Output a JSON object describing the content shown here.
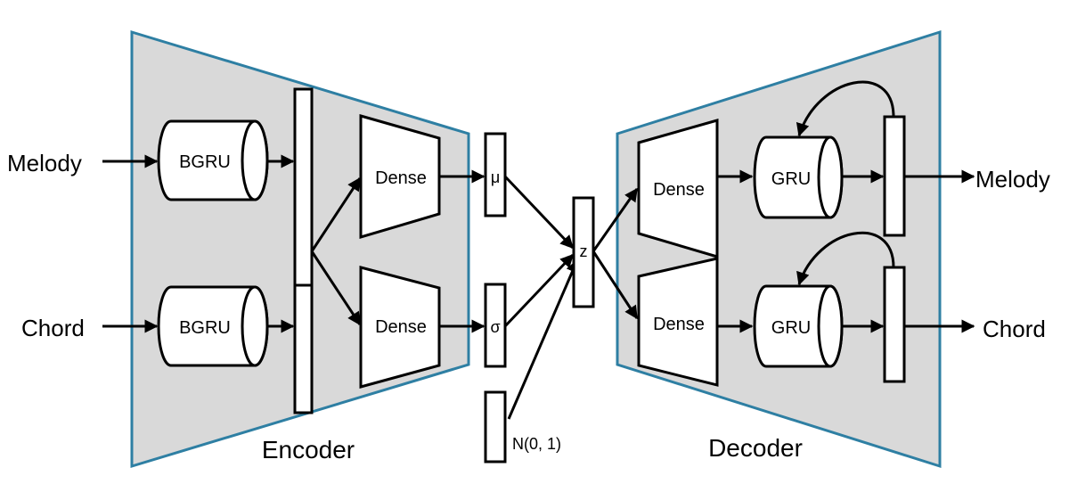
{
  "inputs": {
    "melody": "Melody",
    "chord": "Chord"
  },
  "outputs": {
    "melody": "Melody",
    "chord": "Chord"
  },
  "encoder": {
    "label": "Encoder",
    "bgru_top": "BGRU",
    "bgru_bottom": "BGRU",
    "dense_top": "Dense",
    "dense_bottom": "Dense"
  },
  "latent": {
    "mu": "μ",
    "sigma": "σ",
    "noise": "N(0, 1)",
    "z": "z"
  },
  "decoder": {
    "label": "Decoder",
    "dense_top": "Dense",
    "dense_bottom": "Dense",
    "gru_top": "GRU",
    "gru_bottom": "GRU"
  },
  "colors": {
    "panel_fill": "#d9d9d9",
    "panel_border": "#2e7fa3",
    "line": "#000000"
  }
}
